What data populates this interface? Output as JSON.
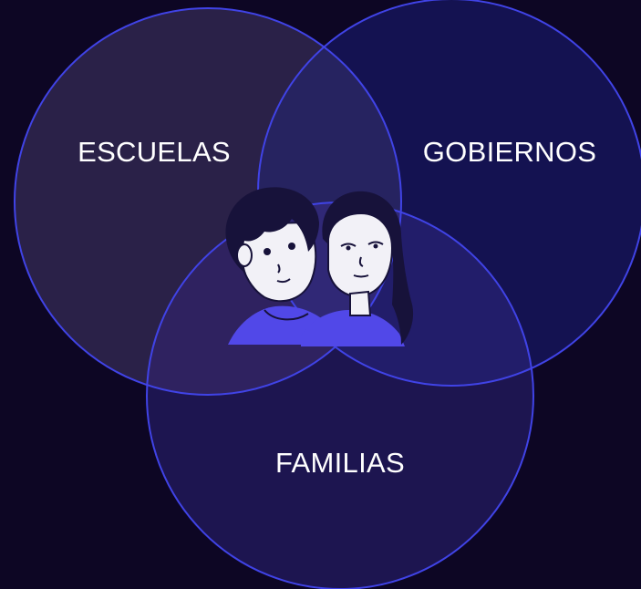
{
  "colors": {
    "background": "#0d0624",
    "stroke": "#4043e6",
    "fill_escuelas": "#2a2148",
    "fill_gobiernos": "#141251",
    "fill_familias": "#1d1550",
    "fill_escuelas_gobiernos": "#262360",
    "fill_escuelas_familias": "#2f2260",
    "fill_gobiernos_familias": "#221d6a",
    "fill_center": "#302876",
    "illustration_shirt": "#5148e8",
    "illustration_skin": "#f2f1f7",
    "illustration_ink": "#17123a"
  },
  "circles": {
    "escuelas": {
      "label": "ESCUELAS"
    },
    "gobiernos": {
      "label": "GOBIERNOS"
    },
    "familias": {
      "label": "FAMILIAS"
    }
  },
  "center_illustration": {
    "icon": "two-children-portrait-icon"
  }
}
